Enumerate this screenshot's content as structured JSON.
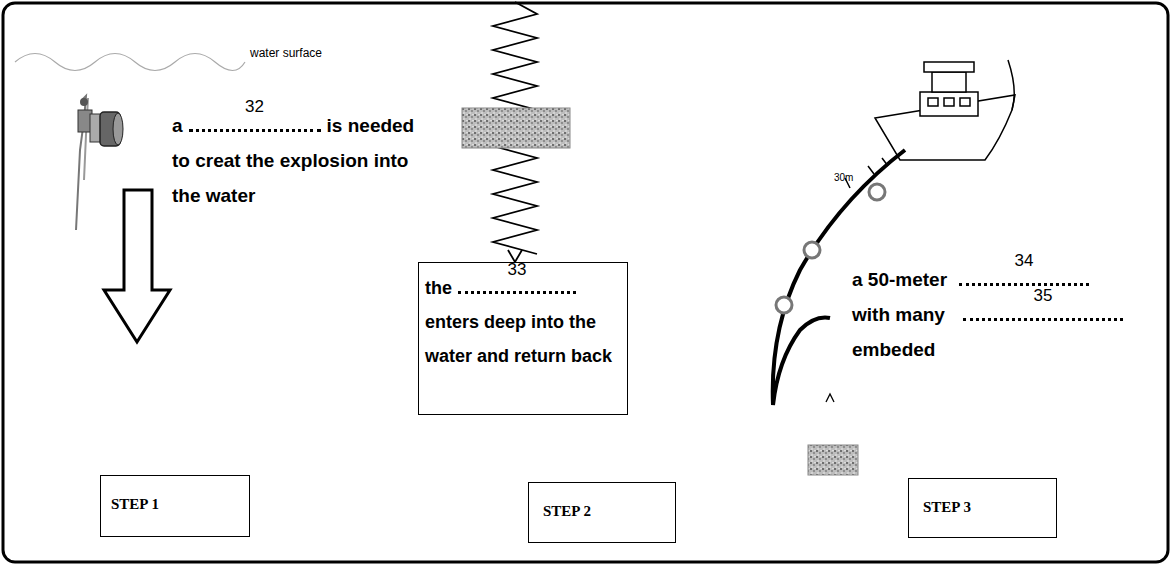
{
  "diagram": {
    "nodes": [
      {
        "text": [
          "the",
          "33",
          "enters deep into the water and return back"
        ]
      },
      {
        "text": [
          "STEP 1"
        ]
      },
      {
        "text": [
          "STEP 2"
        ]
      },
      {
        "text": [
          "STEP 3"
        ]
      }
    ],
    "labels": [
      "water surface",
      "a",
      "32",
      "is needed to creat the explosion into the water",
      "a 50-meter",
      "34",
      "with many",
      "35",
      "embeded",
      "30m"
    ]
  }
}
